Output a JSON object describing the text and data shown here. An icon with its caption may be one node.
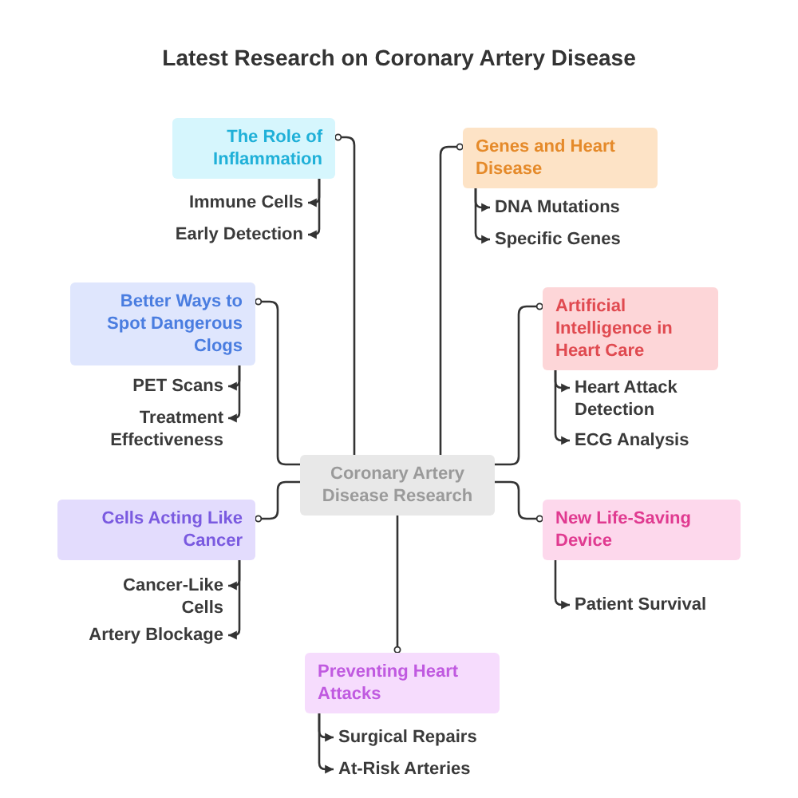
{
  "diagram": {
    "title": "Latest Research on Coronary Artery Disease",
    "nodes": [
      {
        "text": [
          "Coronary Artery Disease Research"
        ]
      },
      {
        "text": [
          "The Role of Inflammation"
        ]
      },
      {
        "text": [
          "Immune Cells"
        ]
      },
      {
        "text": [
          "Early Detection"
        ]
      },
      {
        "text": [
          "Genes and Heart Disease"
        ]
      },
      {
        "text": [
          "DNA Mutations"
        ]
      },
      {
        "text": [
          "Specific Genes"
        ]
      },
      {
        "text": [
          "Better Ways to Spot Dangerous Clogs"
        ]
      },
      {
        "text": [
          "PET Scans"
        ]
      },
      {
        "text": [
          "Treatment Effectiveness"
        ]
      },
      {
        "text": [
          "Artificial Intelligence in Heart Care"
        ]
      },
      {
        "text": [
          "Heart Attack Detection"
        ]
      },
      {
        "text": [
          "ECG Analysis"
        ]
      },
      {
        "text": [
          "Cells Acting Like Cancer"
        ]
      },
      {
        "text": [
          "Cancer-Like Cells"
        ]
      },
      {
        "text": [
          "Artery Blockage"
        ]
      },
      {
        "text": [
          "New Life-Saving Device"
        ]
      },
      {
        "text": [
          "Patient Survival"
        ]
      },
      {
        "text": [
          "Preventing Heart Attacks"
        ]
      },
      {
        "text": [
          "Surgical Repairs"
        ]
      },
      {
        "text": [
          "At-Risk Arteries"
        ]
      }
    ],
    "edges": [
      {
        "from": 0,
        "to": 1,
        "arrow": "other"
      },
      {
        "from": 1,
        "to": 2,
        "arrow": "to"
      },
      {
        "from": 1,
        "to": 3,
        "arrow": "to"
      },
      {
        "from": 0,
        "to": 4,
        "arrow": "other"
      },
      {
        "from": 4,
        "to": 5,
        "arrow": "to"
      },
      {
        "from": 4,
        "to": 6,
        "arrow": "to"
      },
      {
        "from": 0,
        "to": 7,
        "arrow": "other"
      },
      {
        "from": 7,
        "to": 8,
        "arrow": "to"
      },
      {
        "from": 7,
        "to": 9,
        "arrow": "to"
      },
      {
        "from": 0,
        "to": 10,
        "arrow": "other"
      },
      {
        "from": 10,
        "to": 11,
        "arrow": "to"
      },
      {
        "from": 10,
        "to": 12,
        "arrow": "to"
      },
      {
        "from": 0,
        "to": 13,
        "arrow": "other"
      },
      {
        "from": 13,
        "to": 14,
        "arrow": "to"
      },
      {
        "from": 13,
        "to": 15,
        "arrow": "to"
      },
      {
        "from": 0,
        "to": 16,
        "arrow": "other"
      },
      {
        "from": 16,
        "to": 17,
        "arrow": "to"
      },
      {
        "from": 0,
        "to": 18,
        "arrow": "other"
      },
      {
        "from": 18,
        "to": 19,
        "arrow": "to"
      },
      {
        "from": 18,
        "to": 20,
        "arrow": "to"
      }
    ]
  }
}
